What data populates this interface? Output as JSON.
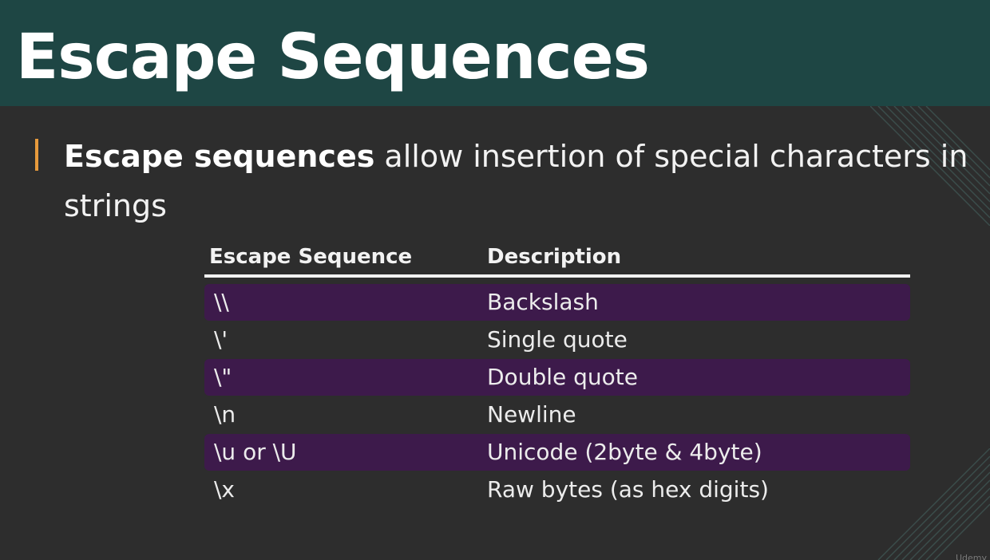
{
  "slide": {
    "title": "Escape Sequences",
    "bullet": {
      "strong": "Escape sequences",
      "rest": " allow insertion of special characters in strings"
    },
    "watermark": "Udemy"
  },
  "table": {
    "headers": [
      "Escape Sequence",
      "Description"
    ],
    "rows": [
      {
        "seq": "\\\\",
        "desc": "Backslash",
        "shaded": true
      },
      {
        "seq": "\\'",
        "desc": "Single quote",
        "shaded": false
      },
      {
        "seq": "\\\"",
        "desc": "Double quote",
        "shaded": true
      },
      {
        "seq": "\\n",
        "desc": "Newline",
        "shaded": false
      },
      {
        "seq": "\\u or \\U",
        "desc": "Unicode (2byte & 4byte)",
        "shaded": true
      },
      {
        "seq": "\\x",
        "desc": "Raw bytes (as hex digits)",
        "shaded": false
      }
    ]
  },
  "colors": {
    "title_bar": "#1e4644",
    "background": "#2d2d2d",
    "row_highlight": "#3d1a4b",
    "bullet_accent": "#e79a3c"
  }
}
